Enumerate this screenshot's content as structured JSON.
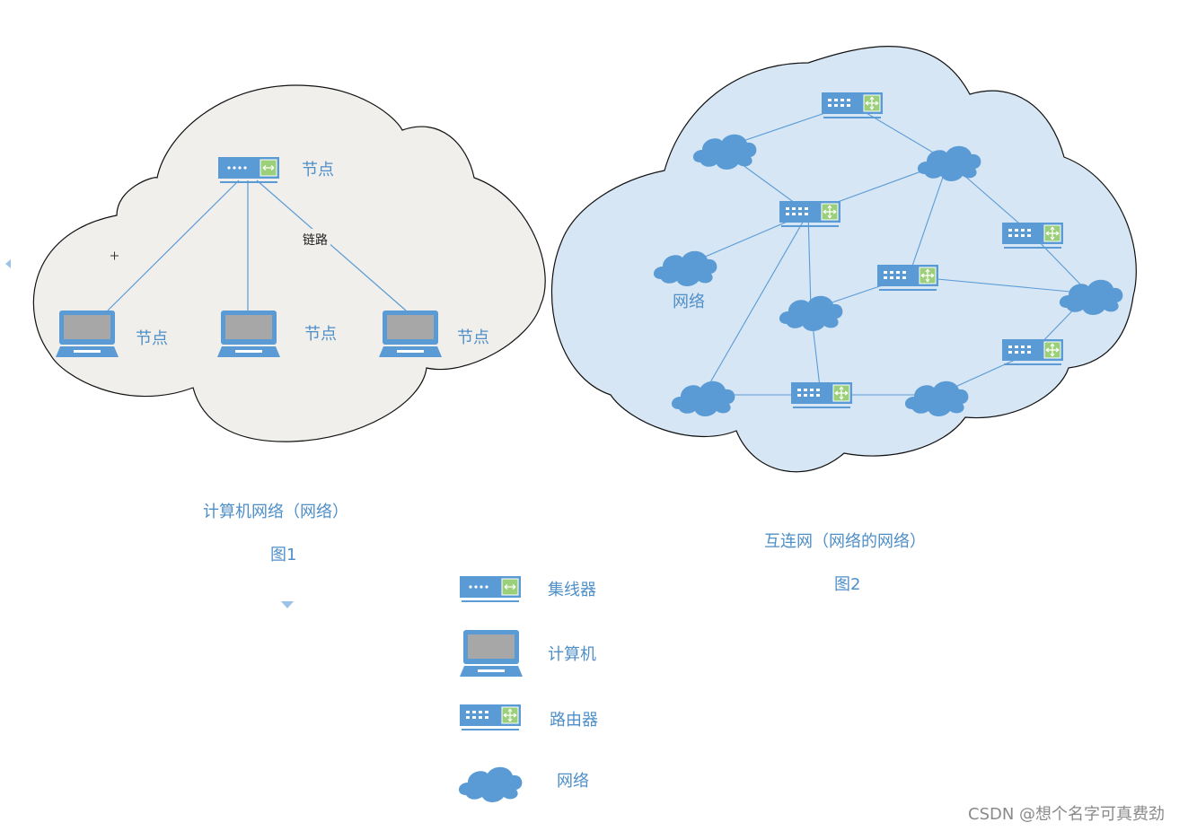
{
  "figure1": {
    "node_top": "节点",
    "link": "链路",
    "node_left": "节点",
    "node_mid": "节点",
    "node_right": "节点",
    "caption": "计算机网络（网络）",
    "fig_label": "图1"
  },
  "figure2": {
    "network_label": "网络",
    "caption": "互连网（网络的网络）",
    "fig_label": "图2"
  },
  "legend": {
    "hub": "集线器",
    "computer": "计算机",
    "router": "路由器",
    "network": "网络"
  },
  "watermark": "CSDN @想个名字可真费劲",
  "colors": {
    "device_blue": "#5b9bd5",
    "port_green": "#9ccf7a",
    "link_blue": "#5b9bd5",
    "cloud1_fill": "#f0efec",
    "cloud2_fill": "#d6e6f4"
  }
}
